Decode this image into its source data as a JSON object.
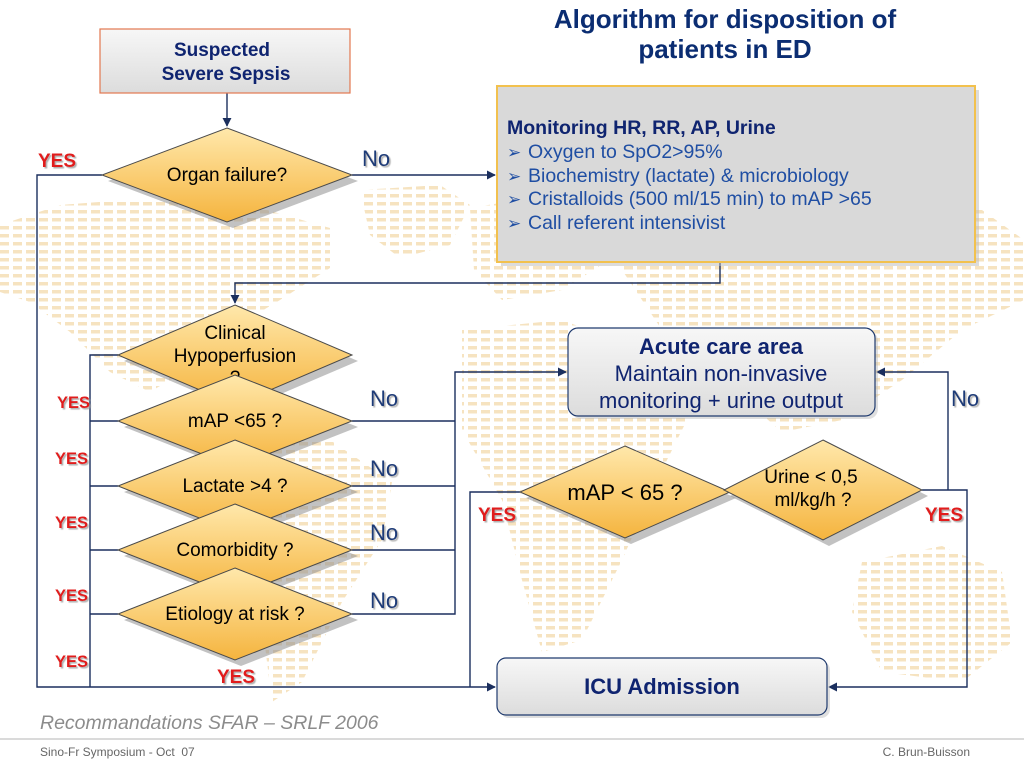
{
  "title": [
    "Algorithm for disposition of",
    "patients in ED"
  ],
  "start": [
    "Suspected",
    "Severe Sepsis"
  ],
  "organ_failure": "Organ failure?",
  "monitoring": {
    "heading": "Monitoring HR, RR, AP, Urine",
    "bullet": "➢",
    "items": [
      "Oxygen to SpO2>95%",
      "Biochemistry (lactate) & microbiology",
      "Cristalloids (500 ml/15 min) to mAP >65",
      "Call referent intensivist"
    ]
  },
  "criteria": {
    "hypoperfusion": [
      "Clinical",
      "Hypoperfusion",
      "?"
    ],
    "map": "mAP <65 ?",
    "lactate": "Lactate >4 ?",
    "comorbidity": "Comorbidity ?",
    "etiology": "Etiology at risk ?"
  },
  "acute_care": {
    "title": "Acute care area",
    "lines": [
      "Maintain non-invasive",
      "monitoring + urine output"
    ]
  },
  "reassessment": {
    "map": "mAP < 65 ?",
    "urine": [
      "Urine < 0,5",
      "ml/kg/h ?"
    ]
  },
  "icu": "ICU Admission",
  "labels": {
    "yes": "YES",
    "no": "No"
  },
  "source": "Recommandations SFAR – SRLF 2006",
  "footer": {
    "left": "Sino-Fr Symposium - Oct  07",
    "right": "C. Brun-Buisson"
  },
  "colors": {
    "title": "#0b2d72",
    "box_text": "#0f2470",
    "monitoring_text": "#1f4ea3",
    "yes": "#e11b1b",
    "no": "#1d3a78",
    "line": "#1b2f5e"
  }
}
